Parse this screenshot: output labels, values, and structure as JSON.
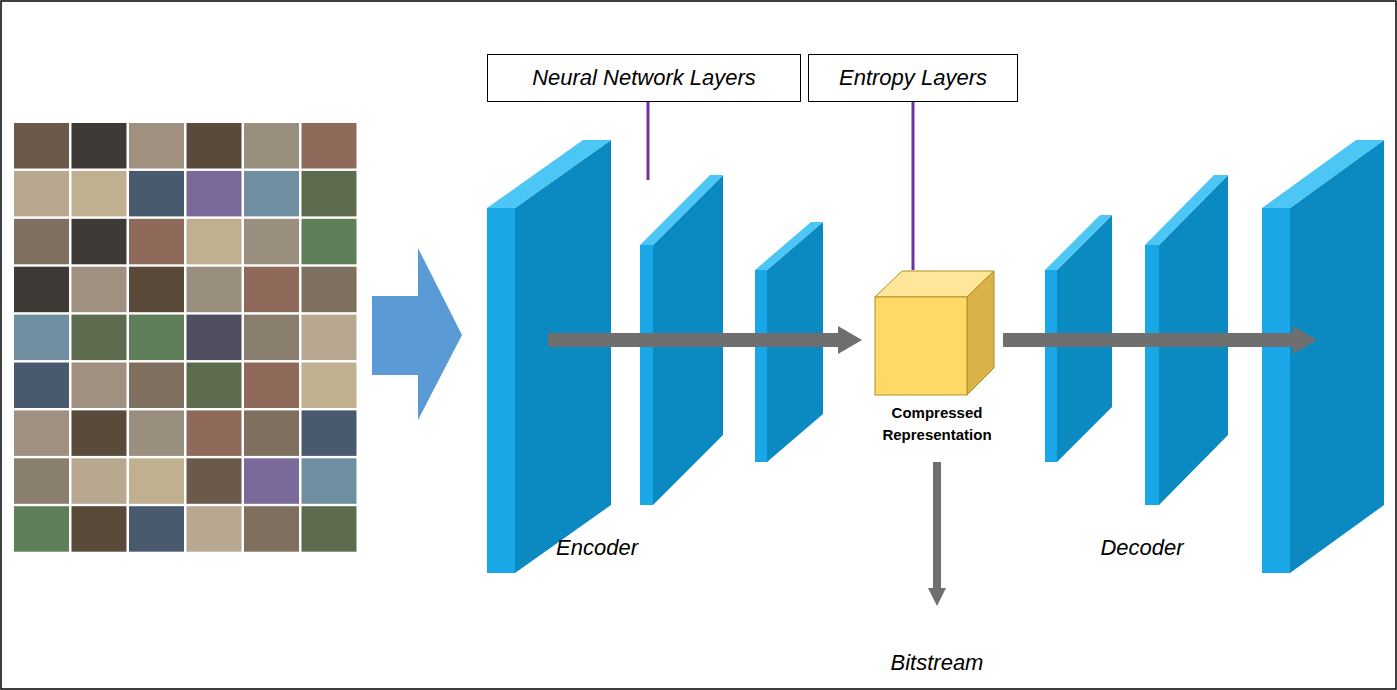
{
  "diagram": {
    "nodes": [
      {
        "text": [
          "Neural Network Layers"
        ]
      },
      {
        "text": [
          "Entropy Layers"
        ]
      },
      {
        "text": [
          "Compressed Representation"
        ]
      }
    ],
    "edges": [
      {
        "from": 1,
        "to": 2,
        "arrow": "none"
      }
    ],
    "labels": [
      "Encoder",
      "Decoder",
      "Bitstream"
    ]
  }
}
